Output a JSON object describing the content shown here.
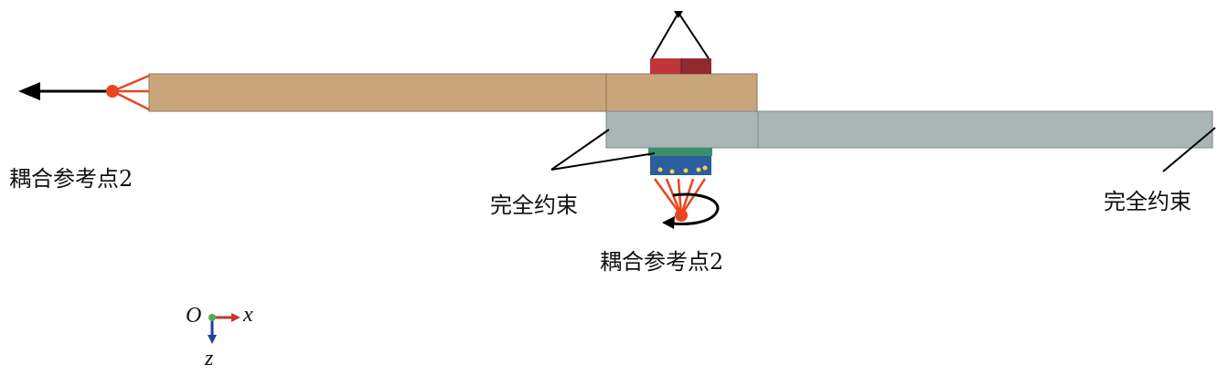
{
  "labels": {
    "ref_point_left": "耦合参考点2",
    "ref_point_bottom": "耦合参考点2",
    "constraint_middle": "完全约束",
    "constraint_right": "完全约束"
  },
  "axes": {
    "origin": "O",
    "x": "x",
    "z": "z"
  },
  "colors": {
    "upper_plate": "#c9a57c",
    "lower_plate": "#aab6b6",
    "bolt_head": "#c0353a",
    "bolt_nut": "#2c5d9e",
    "coupling": "#e8451f",
    "arrow": "#000000",
    "axis_x": "#c0392b",
    "axis_z": "#1f3f9e",
    "axis_origin": "#4caf50"
  }
}
